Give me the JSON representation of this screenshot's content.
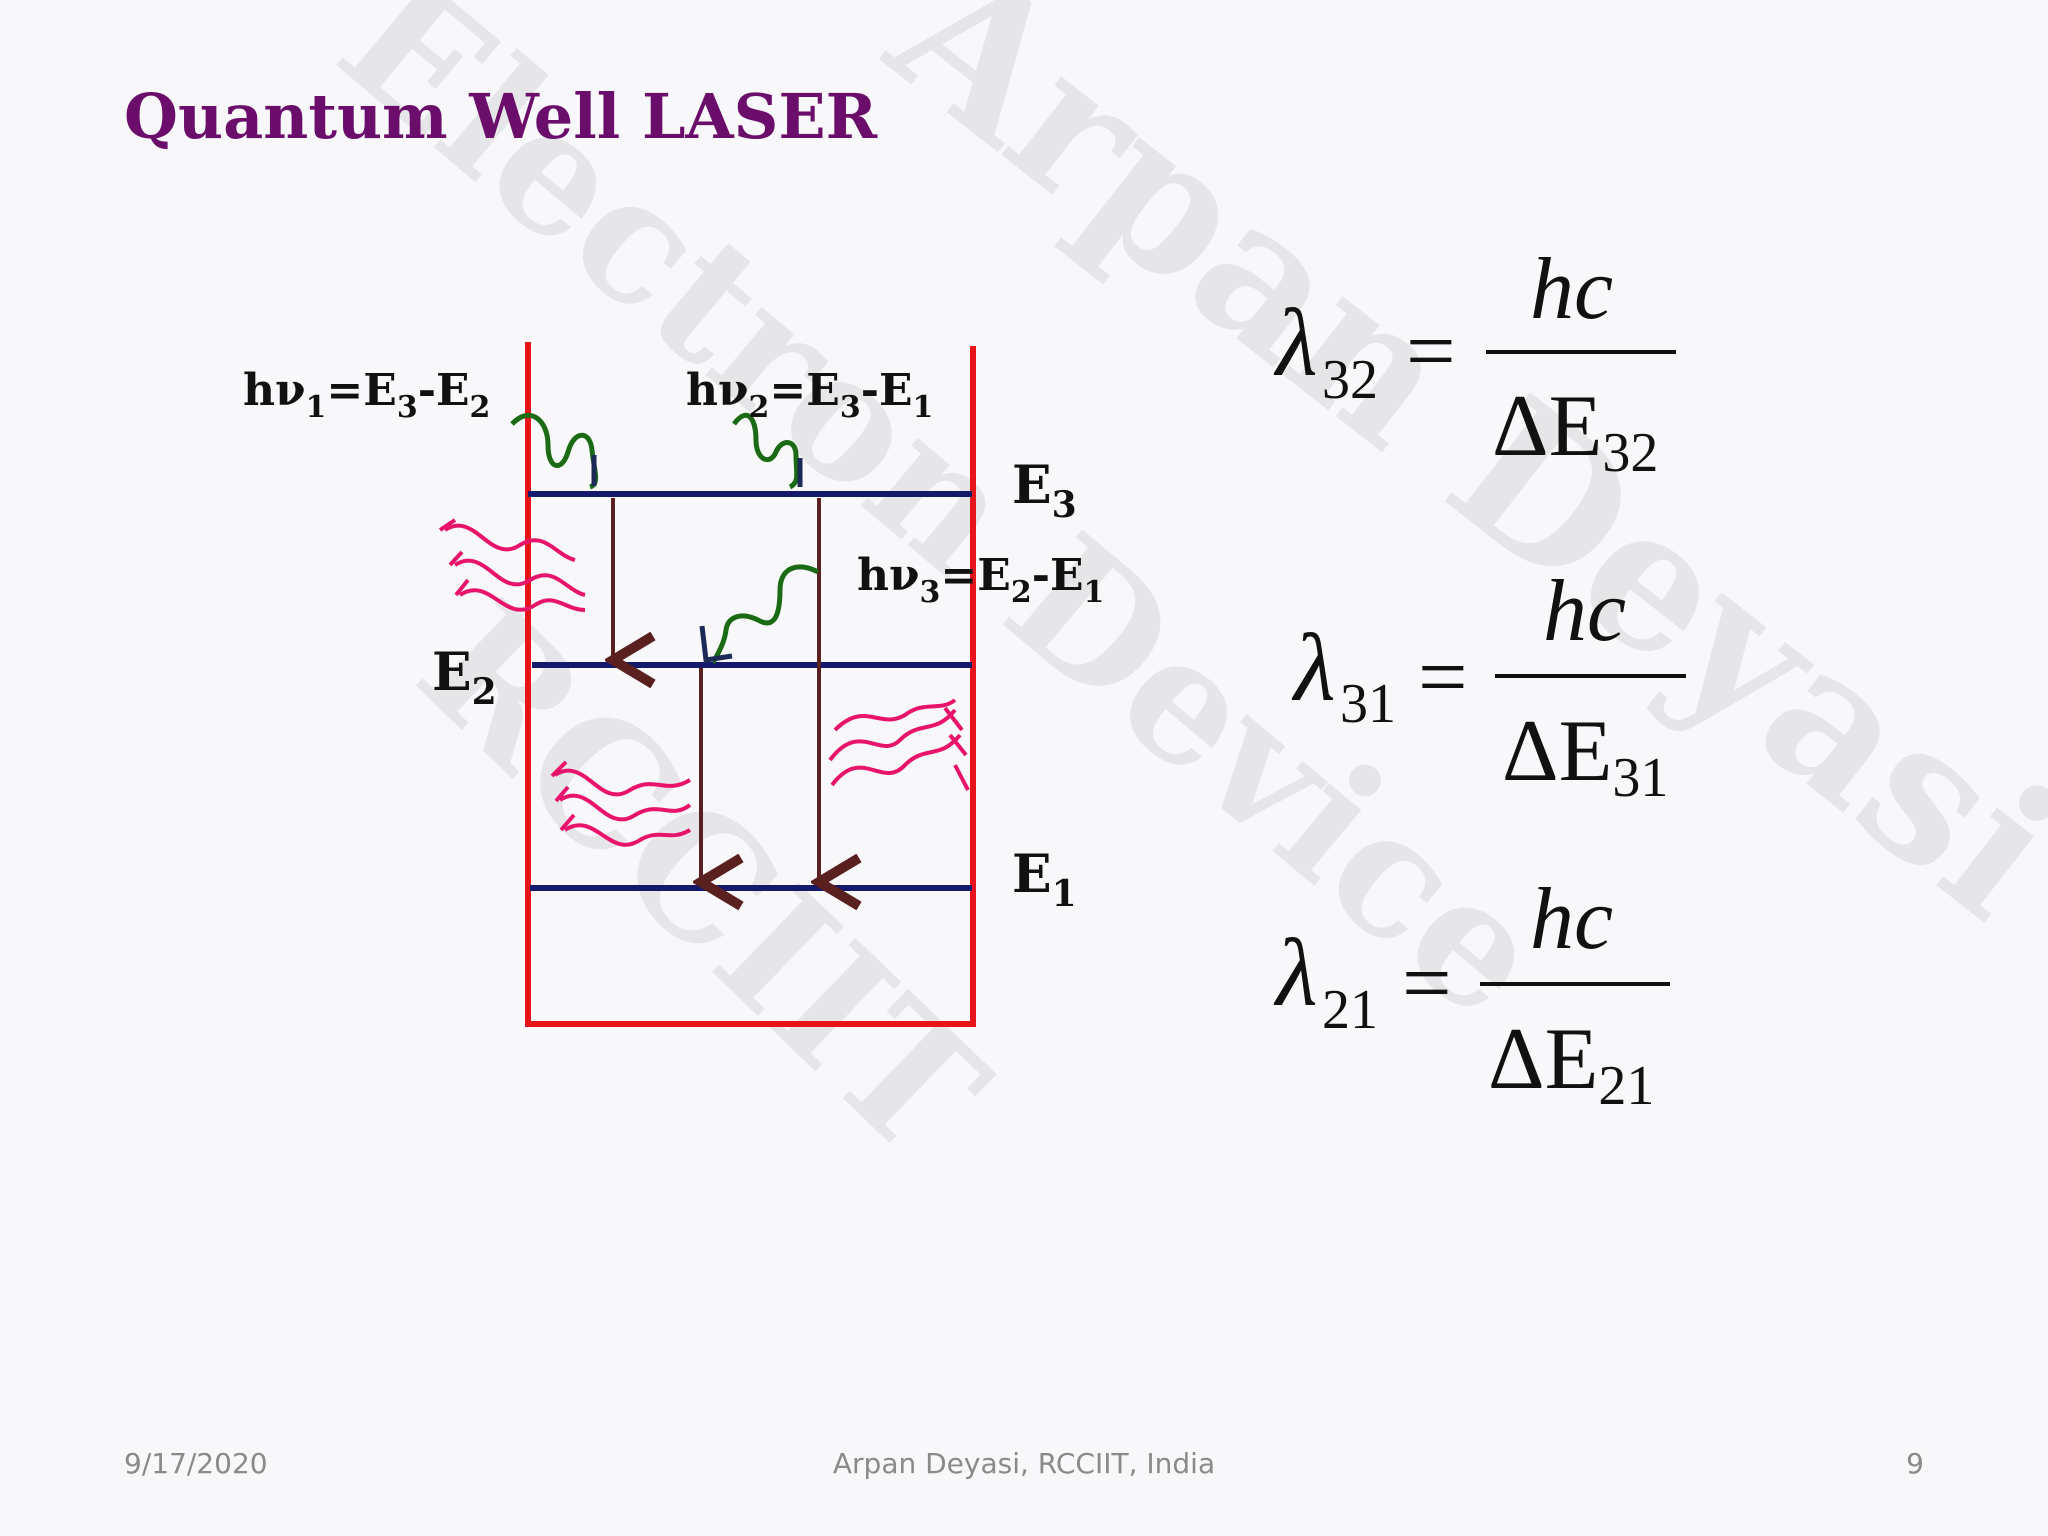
{
  "title": "Quantum Well LASER",
  "watermark": {
    "line1": "Arpan Deyasi",
    "line2": "Electron Device",
    "line3": "RCCIIT"
  },
  "diagram": {
    "levels": [
      "E3",
      "E2",
      "E1"
    ],
    "photon_labels": [
      {
        "prefix": "hν",
        "sub": "1",
        "expr": [
          "=E",
          "3",
          "-E",
          "2"
        ]
      },
      {
        "prefix": "hν",
        "sub": "2",
        "expr": [
          "=E",
          "3",
          "-E",
          "1"
        ]
      },
      {
        "prefix": "hν",
        "sub": "3",
        "expr": [
          "=E",
          "2",
          "-E",
          "1"
        ]
      }
    ]
  },
  "equations": [
    {
      "lhs_symbol": "λ",
      "lhs_sub": "32",
      "numerator": "hc",
      "denominator_symbol": "ΔE",
      "denominator_sub": "32"
    },
    {
      "lhs_symbol": "λ",
      "lhs_sub": "31",
      "numerator": "hc",
      "denominator_symbol": "ΔE",
      "denominator_sub": "31"
    },
    {
      "lhs_symbol": "λ",
      "lhs_sub": "21",
      "numerator": "hc",
      "denominator_symbol": "ΔE",
      "denominator_sub": "21"
    }
  ],
  "footer": {
    "date": "9/17/2020",
    "author": "Arpan Deyasi, RCCIIT, India",
    "page": "9"
  },
  "colors": {
    "title": "#6b0e6b",
    "well": "#e8141b",
    "level": "#14196b",
    "arrow": "#5a1f1f",
    "absorb_photon": "#1a6b14",
    "emit_photon": "#e8146b"
  }
}
